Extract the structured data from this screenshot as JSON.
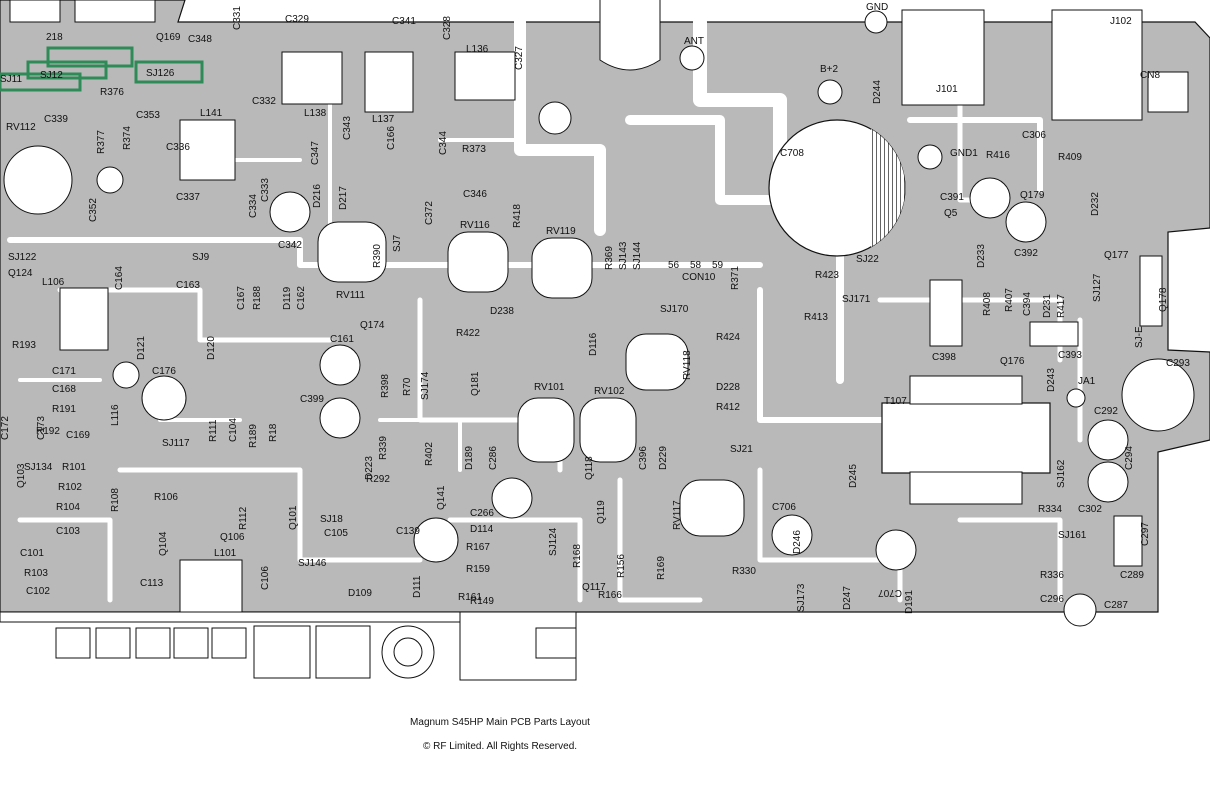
{
  "caption": {
    "title": "Magnum S45HP Main PCB Parts Layout",
    "copyright": "© RF Limited. All Rights Reserved."
  },
  "colors": {
    "board": "#b8b8b8",
    "trace": "#ffffff",
    "outline": "#111111",
    "highlight": "#2e8b57"
  },
  "highlighted_parts": [
    "SJ11",
    "SJ12",
    "SJ126",
    "218"
  ],
  "parts": {
    "capacitors": [
      "C331",
      "C329",
      "C341",
      "C328",
      "C327",
      "C348",
      "C332",
      "C353",
      "C339",
      "C336",
      "C337",
      "C334",
      "C333",
      "C347",
      "C343",
      "C166",
      "C344",
      "C346",
      "C342",
      "C372",
      "C352",
      "C164",
      "C163",
      "C167",
      "C162",
      "C161",
      "C171",
      "C168",
      "C169",
      "C173",
      "C172",
      "C176",
      "C399",
      "C104",
      "C105",
      "C101",
      "C102",
      "C103",
      "C106",
      "C113",
      "C139",
      "C266",
      "C286",
      "C396",
      "C708",
      "C706",
      "C707",
      "C391",
      "C392",
      "C306",
      "C398",
      "C394",
      "C393",
      "C293",
      "C292",
      "C294",
      "C302",
      "C297",
      "C289",
      "C296",
      "C287"
    ],
    "resistors": [
      "R376",
      "R377",
      "R374",
      "R373",
      "R390",
      "R418",
      "R369",
      "R371",
      "R423",
      "R413",
      "R424",
      "R412",
      "R422",
      "R398",
      "R70",
      "R339",
      "R402",
      "R292",
      "R193",
      "R191",
      "R192",
      "R188",
      "R189",
      "R18",
      "R111",
      "R112",
      "R108",
      "R106",
      "R101",
      "R102",
      "R104",
      "R103",
      "R167",
      "R159",
      "R149",
      "R161",
      "R168",
      "R156",
      "R169",
      "R166",
      "R330",
      "R334",
      "R336",
      "R416",
      "R409",
      "R408",
      "R407",
      "R417"
    ],
    "transistors": [
      "Q169",
      "Q124",
      "Q174",
      "Q181",
      "Q141",
      "Q118",
      "Q119",
      "Q117",
      "Q101",
      "Q106",
      "Q104",
      "Q103",
      "Q179",
      "Q177",
      "Q176",
      "Q178",
      "Q5"
    ],
    "diodes": [
      "D216",
      "D217",
      "D238",
      "D121",
      "D120",
      "D119",
      "D116",
      "D228",
      "D229",
      "D223",
      "D189",
      "D114",
      "D111",
      "D109",
      "D245",
      "D246",
      "D247",
      "D191",
      "D233",
      "D232",
      "D231",
      "D243",
      "D244"
    ],
    "inductors": [
      "L136",
      "L137",
      "L138",
      "L141",
      "L106",
      "L116",
      "L101"
    ],
    "trimmers": [
      "RV112",
      "RV111",
      "RV116",
      "RV119",
      "RV101",
      "RV102",
      "RV118",
      "RV117"
    ],
    "jumpers": [
      "SJ122",
      "SJ9",
      "SJ7",
      "SJ143",
      "SJ144",
      "SJ170",
      "SJ171",
      "SJ22",
      "SJ127",
      "SJ-E",
      "SJ174",
      "SJ117",
      "SJ134",
      "SJ18",
      "SJ146",
      "SJ124",
      "SJ21",
      "SJ173",
      "SJ162",
      "SJ161"
    ],
    "connectors": [
      "J101",
      "J102",
      "CN8",
      "CON10",
      "JA1",
      "T107",
      "ANT",
      "GND",
      "GND1",
      "B+2"
    ],
    "con10_pins": [
      "56",
      "58",
      "59"
    ]
  }
}
